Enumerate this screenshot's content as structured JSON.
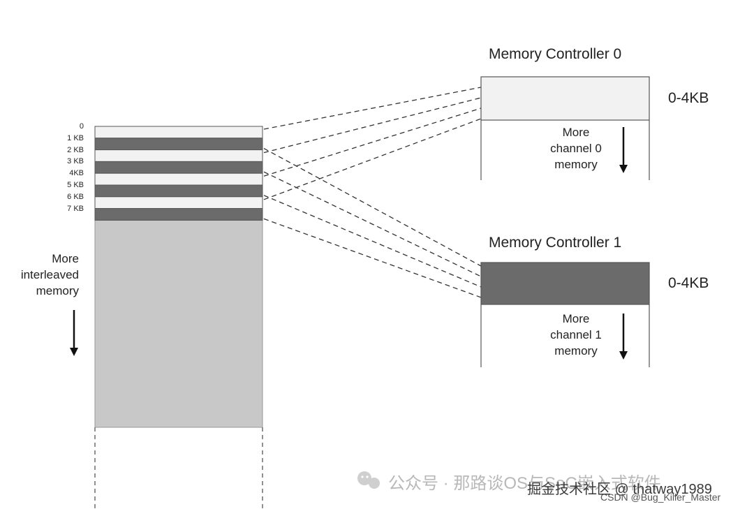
{
  "address_map": {
    "addresses": [
      "0",
      "1 KB",
      "2 KB",
      "3 KB",
      "4KB",
      "5 KB",
      "6 KB",
      "7 KB"
    ],
    "blocks": [
      "channel-0",
      "channel-1",
      "channel-0",
      "channel-1",
      "channel-0",
      "channel-1",
      "channel-0",
      "channel-1"
    ],
    "more_label": [
      "More",
      "interleaved",
      "memory"
    ]
  },
  "controllers": [
    {
      "title": "Memory Controller 0",
      "range": "0-4KB",
      "more_label": [
        "More",
        "channel 0",
        "memory"
      ],
      "fill": "#f2f2f2"
    },
    {
      "title": "Memory Controller 1",
      "range": "0-4KB",
      "more_label": [
        "More",
        "channel 1",
        "memory"
      ],
      "fill": "#6b6b6b"
    }
  ],
  "colors": {
    "light_block": "#f2f2f2",
    "dark_block": "#6b6b6b",
    "interleaved_region": "#c8c8c8",
    "line": "#333333"
  },
  "watermarks": {
    "wechat": "公众号 · 那路谈OS与SoC嵌入式软件",
    "juejin": "掘金技术社区 @ thatway1989",
    "csdn": "CSDN @Bug_Killer_Master"
  }
}
